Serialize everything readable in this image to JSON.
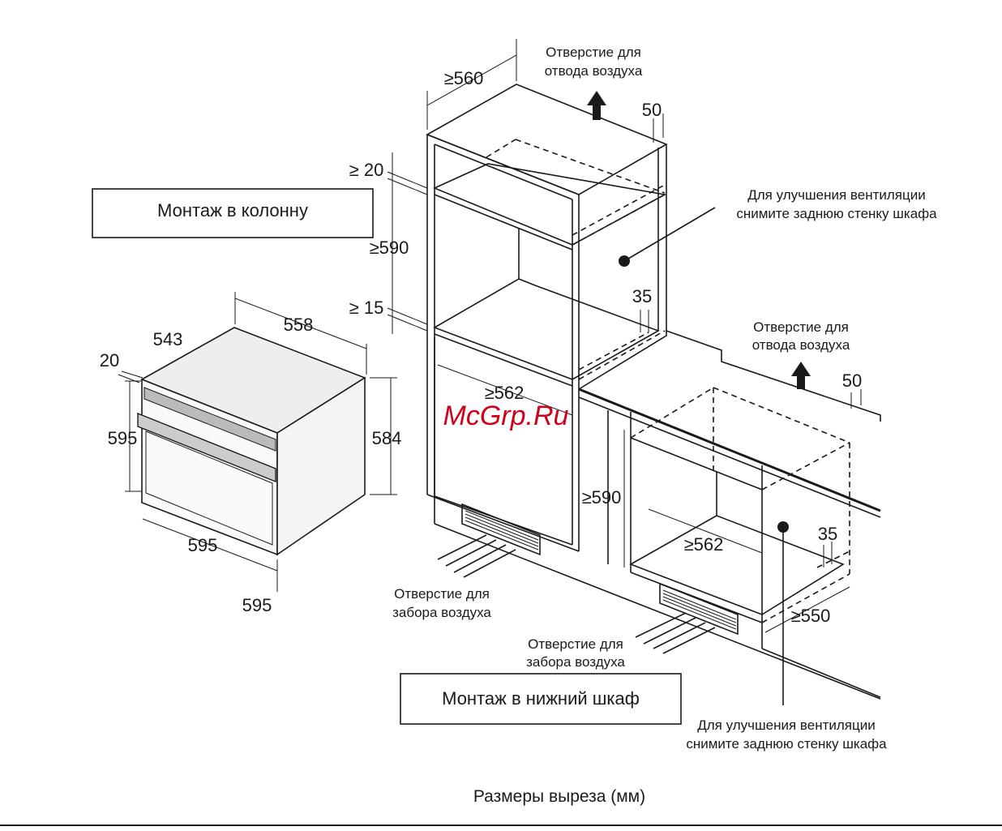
{
  "labels": {
    "column_mount": "Монтаж в колонну",
    "under_mount": "Монтаж в нижний шкаф",
    "caption": "Размеры выреза (мм)",
    "watermark": "McGrp.Ru"
  },
  "notes": {
    "exhaust_top": [
      "Отверстие для",
      "отвода воздуха"
    ],
    "exhaust_mid": [
      "Отверстие для",
      "отвода воздуха"
    ],
    "ventilation_top": [
      "Для улучшения вентиляции",
      "снимите заднюю стенку шкафа"
    ],
    "ventilation_bottom": [
      "Для улучшения вентиляции",
      "снимите заднюю стенку шкафа"
    ],
    "intake_left": [
      "Отверстие для",
      "забора воздуха"
    ],
    "intake_right": [
      "Отверстие для",
      "забора воздуха"
    ]
  },
  "oven_dims": {
    "depth_543": "543",
    "width_558": "558",
    "offset_20": "20",
    "height_595": "595",
    "height_584": "584",
    "width_595": "595",
    "width_595_bottom": "595"
  },
  "column_dims": {
    "depth_560": "≥560",
    "gap_50_top": "50",
    "gap_20": "≥ 20",
    "height_590": "≥590",
    "gap_15": "≥ 15",
    "gap_35_top": "35",
    "width_562": "≥562"
  },
  "under_dims": {
    "gap_50": "50",
    "height_590": "≥590",
    "width_562": "≥562",
    "gap_35": "35",
    "depth_550": "≥550"
  }
}
